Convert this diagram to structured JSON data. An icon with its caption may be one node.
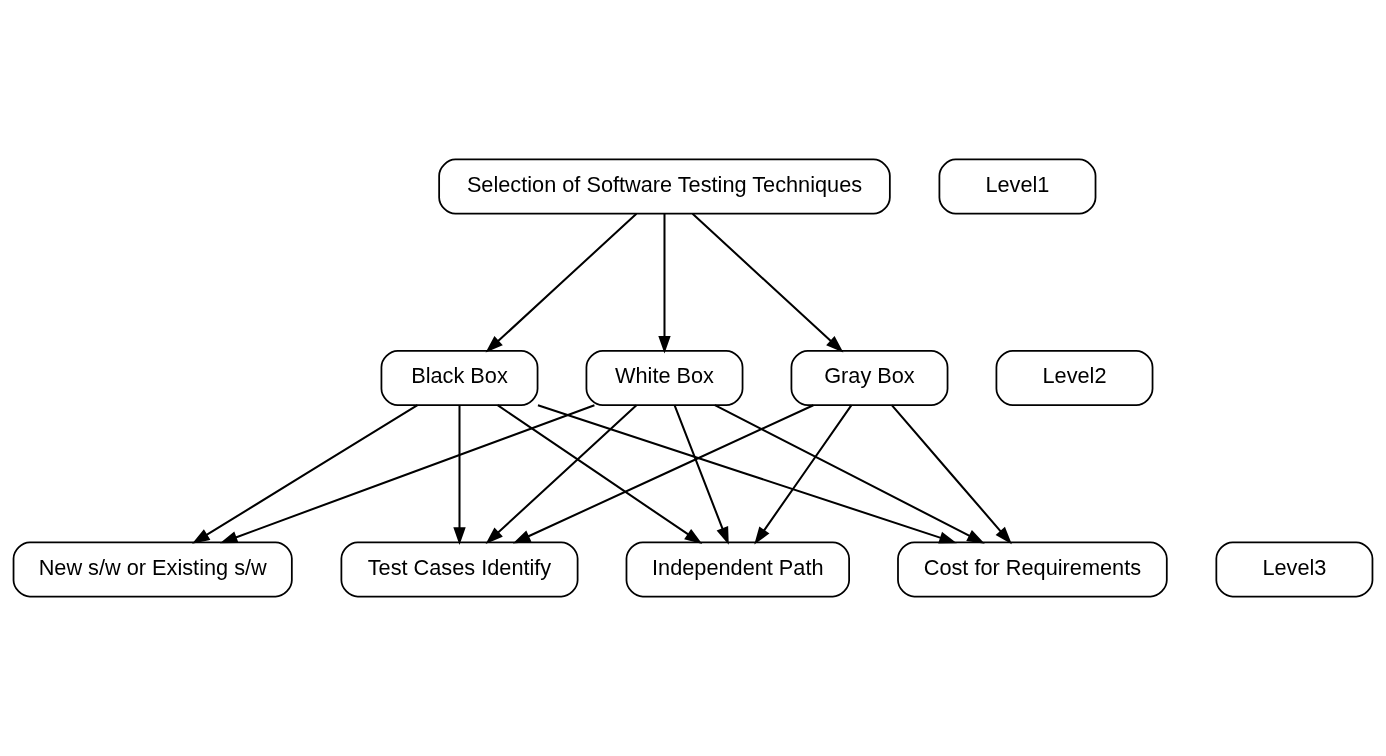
{
  "diagram": {
    "nodes": [
      {
        "text": [
          "Selection of Software Testing Techniques"
        ]
      },
      {
        "text": [
          "Level1"
        ]
      },
      {
        "text": [
          "Black Box"
        ]
      },
      {
        "text": [
          "White Box"
        ]
      },
      {
        "text": [
          "Gray Box"
        ]
      },
      {
        "text": [
          "Level2"
        ]
      },
      {
        "text": [
          "New s/w or Existing s/w"
        ]
      },
      {
        "text": [
          "Test Cases Identify"
        ]
      },
      {
        "text": [
          "Independent Path"
        ]
      },
      {
        "text": [
          "Cost for Requirements"
        ]
      },
      {
        "text": [
          "Level3"
        ]
      }
    ],
    "edges": [
      {
        "from": 0,
        "to": 2,
        "arrow": "to"
      },
      {
        "from": 0,
        "to": 3,
        "arrow": "to"
      },
      {
        "from": 0,
        "to": 4,
        "arrow": "to"
      },
      {
        "from": 2,
        "to": 6,
        "arrow": "to"
      },
      {
        "from": 2,
        "to": 7,
        "arrow": "to"
      },
      {
        "from": 2,
        "to": 8,
        "arrow": "to"
      },
      {
        "from": 2,
        "to": 9,
        "arrow": "to"
      },
      {
        "from": 3,
        "to": 6,
        "arrow": "to"
      },
      {
        "from": 3,
        "to": 7,
        "arrow": "to"
      },
      {
        "from": 3,
        "to": 8,
        "arrow": "to"
      },
      {
        "from": 3,
        "to": 9,
        "arrow": "to"
      },
      {
        "from": 4,
        "to": 7,
        "arrow": "to"
      },
      {
        "from": 4,
        "to": 8,
        "arrow": "to"
      },
      {
        "from": 4,
        "to": 9,
        "arrow": "to"
      }
    ]
  }
}
